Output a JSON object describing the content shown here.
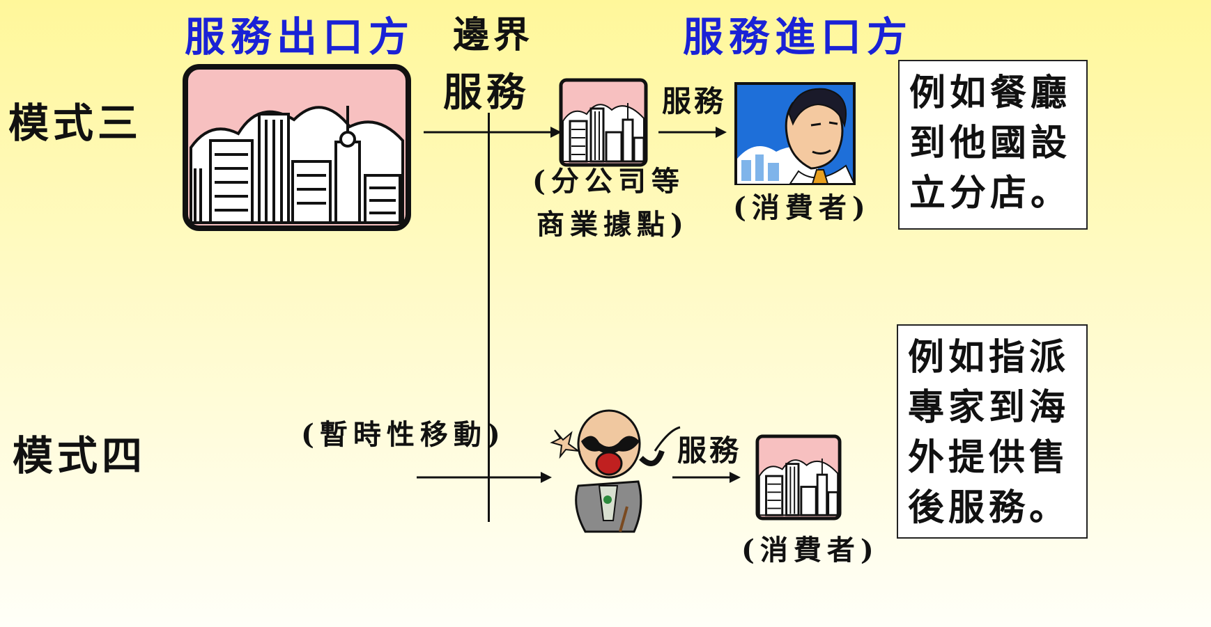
{
  "header": {
    "exporter": "服務出口方",
    "border_title": "邊界",
    "border_service": "服務",
    "importer": "服務進口方"
  },
  "mode3": {
    "label": "模式三",
    "service_label": "服務",
    "branch_caption_line1": "(分公司等",
    "branch_caption_line2": "商業據點)",
    "consumer_caption": "(消費者)",
    "note_lines": [
      "例如餐廳",
      "到他國設",
      "立分店。"
    ]
  },
  "mode4": {
    "label": "模式四",
    "movement_caption": "(暫時性移動)",
    "service_label": "服務",
    "consumer_caption": "(消費者)",
    "note_lines": [
      "例如指派",
      "專家到海",
      "外提供售",
      "後服務。"
    ]
  },
  "colors": {
    "header_blue": "#1a22d6",
    "background_top": "#fff79a",
    "city_sky": "#f7c0c0"
  },
  "icons": [
    "city-skyline-icon",
    "businessman-icon",
    "cartoon-man-with-mustache-icon",
    "arrow-right-icon"
  ]
}
